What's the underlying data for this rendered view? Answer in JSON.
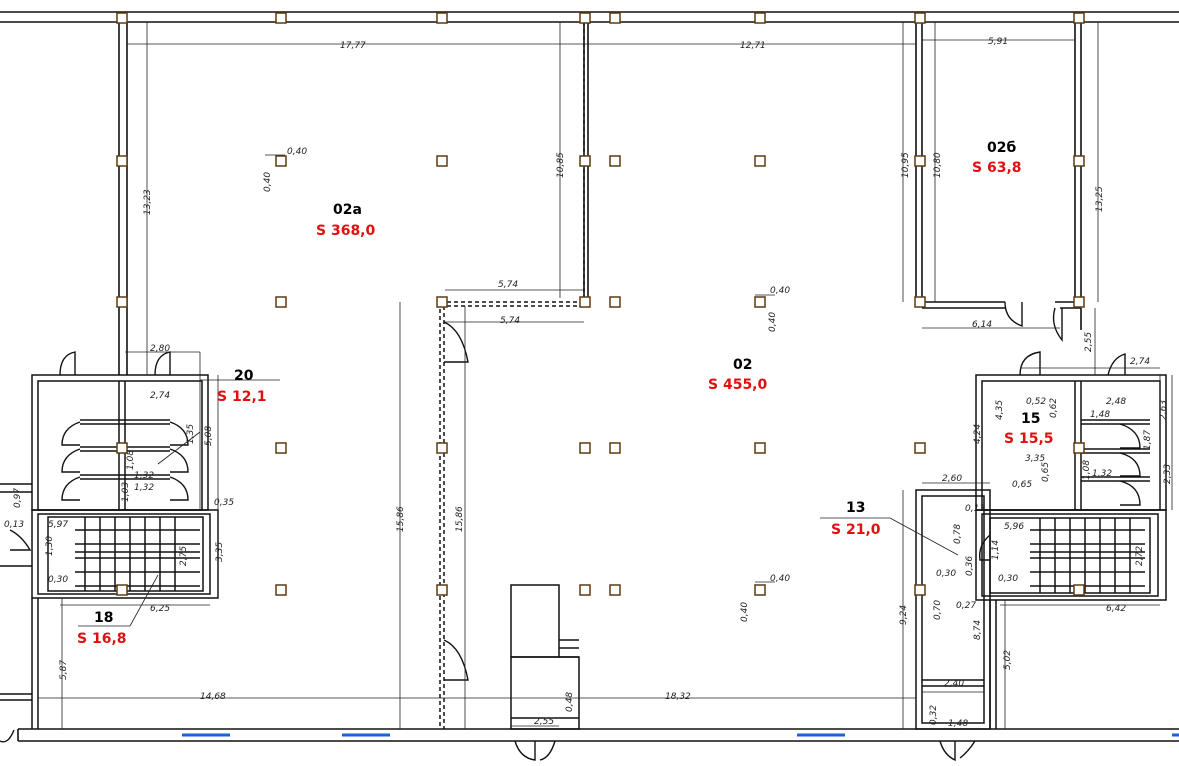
{
  "rooms": {
    "r02a": {
      "id": "02a",
      "area": "S  368,0"
    },
    "r02": {
      "id": "02",
      "area": "S  455,0"
    },
    "r02b": {
      "id": "02б",
      "area": "S  63,8"
    },
    "r20": {
      "id": "20",
      "area": "S  12,1"
    },
    "r15": {
      "id": "15",
      "area": "S  15,5"
    },
    "r13": {
      "id": "13",
      "area": "S  21,0"
    },
    "r18": {
      "id": "18",
      "area": "S  16,8"
    }
  },
  "dims": {
    "top1": "17,77",
    "top2": "12,71",
    "top3": "5,91",
    "left_v1": "13,23",
    "mid_v1": "10,85",
    "right_v1": "10,95",
    "right_v2": "10,80",
    "right_v3": "13,25",
    "col_a": "0,40",
    "col_b": "0,40",
    "col_c": "0,40",
    "col_d": "0,40",
    "col_e": "0,40",
    "col_f": "0,40",
    "w574a": "5,74",
    "w574b": "5,74",
    "w614": "6,14",
    "w255": "2,55",
    "v1586a": "15,86",
    "v1586b": "15,86",
    "bot1": "14,68",
    "bot2": "18,32",
    "l280": "2,80",
    "l274": "2,74",
    "l135": "1,35",
    "l508": "5,08",
    "l108": "1,08",
    "l132a": "1,32",
    "l132b": "1,32",
    "l103": "1,03",
    "l035": "0,35",
    "l097": "0,97",
    "l013": "0,13",
    "l597": "5,97",
    "l130": "1,30",
    "l275": "2,75",
    "l335": "3,35",
    "l030": "0,30",
    "l625": "6,25",
    "l587": "5,87",
    "c255": "2,55",
    "c048": "0,48",
    "r274": "2,74",
    "r052": "0,52",
    "r248": "2,48",
    "r263": "2,63",
    "r062": "0,62",
    "r148": "1,48",
    "r435": "4,35",
    "r424": "4,24",
    "r187": "1,87",
    "r335": "3,35",
    "r065a": "0,65",
    "r065b": "0,65",
    "r108": "1,08",
    "r132": "1,32",
    "r233": "2,33",
    "r260": "2,60",
    "r013": "0,13",
    "r078": "0,78",
    "r596": "5,96",
    "r114": "1,14",
    "r272": "2,72",
    "r036": "0,36",
    "r030a": "0,30",
    "r030b": "0,30",
    "r070": "0,70",
    "r027": "0,27",
    "r642": "6,42",
    "r874": "8,74",
    "r924": "9,24",
    "r502": "5,02",
    "r240": "2,40",
    "r032": "0,32",
    "r148b": "1,48"
  }
}
